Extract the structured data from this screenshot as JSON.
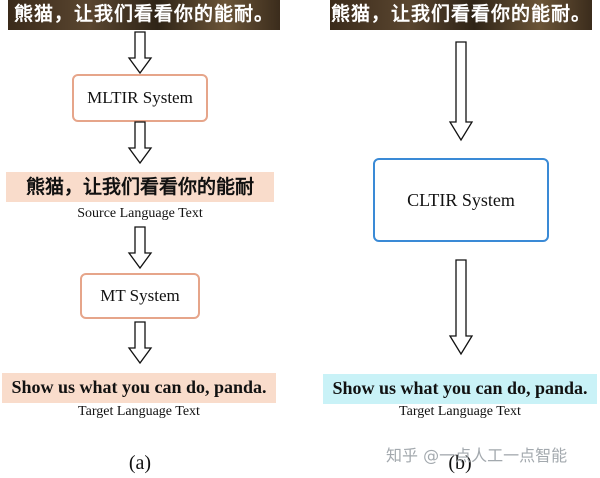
{
  "panel_a": {
    "frame_text": "熊猫，让我们看看你的能耐。",
    "mltir_box": "MLTIR System",
    "source_text": "熊猫，让我们看看你的能耐",
    "source_caption": "Source Language Text",
    "mt_box": "MT System",
    "target_text": "Show us what you can do, panda.",
    "target_caption": "Target Language Text",
    "label": "(a)"
  },
  "panel_b": {
    "frame_text": "熊猫，让我们看看你的能耐。",
    "cltir_box": "CLTIR System",
    "target_text": "Show us what you can do, panda.",
    "target_caption": "Target Language Text",
    "label": "(b)"
  },
  "watermark": "知乎 @一点人工一点智能",
  "colors": {
    "peach_highlight": "#f9dccb",
    "cyan_highlight": "#c9f2f7",
    "peach_border": "#e6a58a",
    "blue_border": "#3a8ad6"
  }
}
